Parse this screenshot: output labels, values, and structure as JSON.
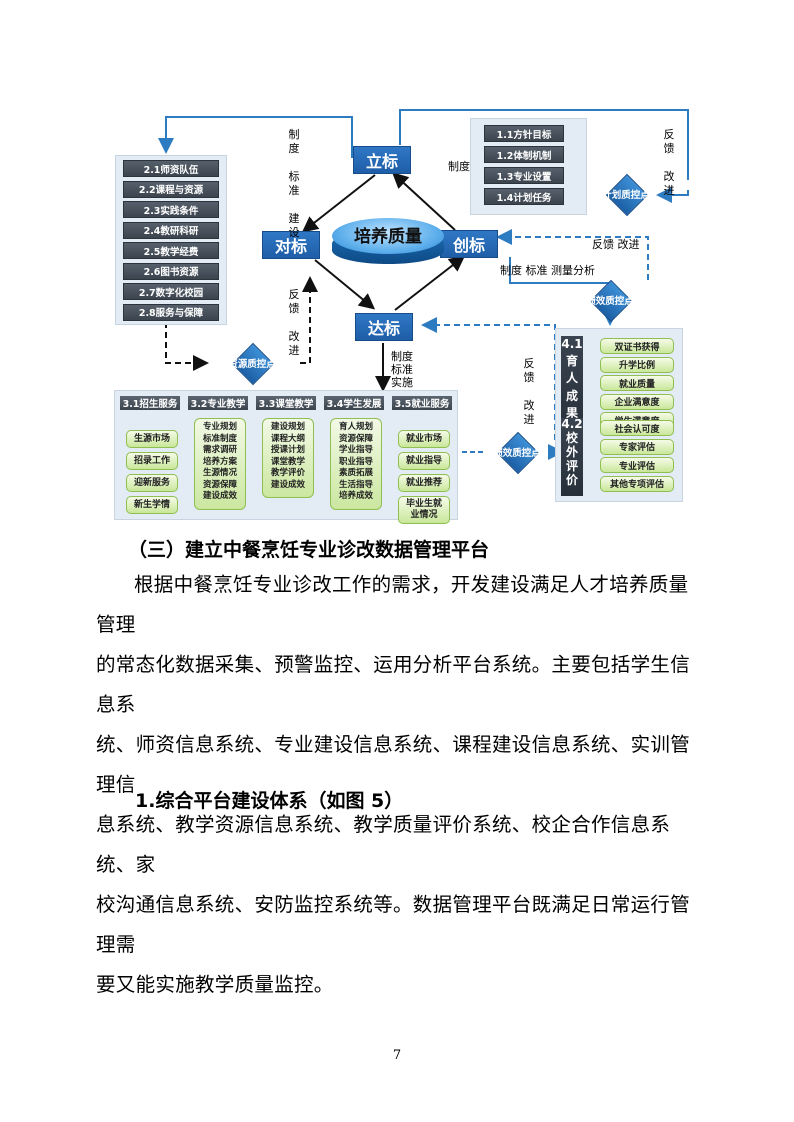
{
  "diagram": {
    "center_label": "培养质量",
    "nodes": {
      "li": "立标",
      "dui": "对标",
      "chuang": "创标",
      "da": "达标"
    },
    "resource_items": [
      "2.1师资队伍",
      "2.2课程与资源",
      "2.3实践条件",
      "2.4教研科研",
      "2.5教学经费",
      "2.6图书资源",
      "2.7数字化校园",
      "2.8服务与保障"
    ],
    "plan_items": [
      "1.1方针目标",
      "1.2体制机制",
      "1.3专业设置",
      "1.4计划任务"
    ],
    "control_points": {
      "resource": "资源质控点",
      "plan": "计划质控点",
      "perf_right": "绩效质控点",
      "perf_bottom": "绩效质控点"
    },
    "labels": {
      "left_top": "制\n度\n\n标\n准\n\n建\n设",
      "left_bottom": "反\n馈\n\n改\n进",
      "right_top": "反\n馈\n\n改\n进",
      "mid_zhidu": "制度",
      "fankui_gaijin": "反馈  改进",
      "zhidu_biaozhun_celiang": "制度   标准    测量分析",
      "da_labels": "制度\n标准\n实施",
      "right_mid": "反\n馈\n\n改\n进"
    },
    "service_columns": [
      {
        "head": "3.1招生服务",
        "items": [
          "生源市场",
          "招录工作",
          "迎新服务",
          "新生学情"
        ]
      },
      {
        "head": "3.2专业教学",
        "items": [
          "专业规划",
          "标准制度",
          "需求调研",
          "培养方案",
          "生源情况",
          "资源保障",
          "建设成效"
        ]
      },
      {
        "head": "3.3课堂教学",
        "items": [
          "建设规划",
          "课程大纲",
          "授课计划",
          "课堂教学",
          "教学评价",
          "建设成效"
        ]
      },
      {
        "head": "3.4学生发展",
        "items": [
          "育人规划",
          "资源保障",
          "学业指导",
          "职业指导",
          "素质拓展",
          "生活指导",
          "培养成效"
        ]
      },
      {
        "head": "3.5就业服务",
        "items": [
          "就业市场",
          "就业指导",
          "就业推荐",
          "毕业生就\n业情况"
        ]
      }
    ],
    "outcome_groups": [
      {
        "label": "4.1\n育\n人\n成\n果",
        "items": [
          "双证书获得",
          "升学比例",
          "就业质量",
          "企业满意度",
          "学生满意度"
        ]
      },
      {
        "label": "4.2\n校\n外\n评\n价",
        "items": [
          "社会认可度",
          "专家评估",
          "专业评估",
          "其他专项评估"
        ]
      }
    ]
  },
  "section_heading": "（三）建立中餐烹饪专业诊改数据管理平台",
  "paragraph_lines": [
    "根据中餐烹饪专业诊改工作的需求，开发建设满足人才培养质量管理",
    "的常态化数据采集、预警监控、运用分析平台系统。主要包括学生信息系",
    "统、师资信息系统、专业建设信息系统、课程建设信息系统、实训管理信",
    "息系统、教学资源信息系统、教学质量评价系统、校企合作信息系统、家",
    "校沟通信息系统、安防监控系统等。数据管理平台既满足日常运行管理需",
    "要又能实施教学质量监控。"
  ],
  "subheading": "1.综合平台建设体系（如图 5）",
  "page_number": "7"
}
